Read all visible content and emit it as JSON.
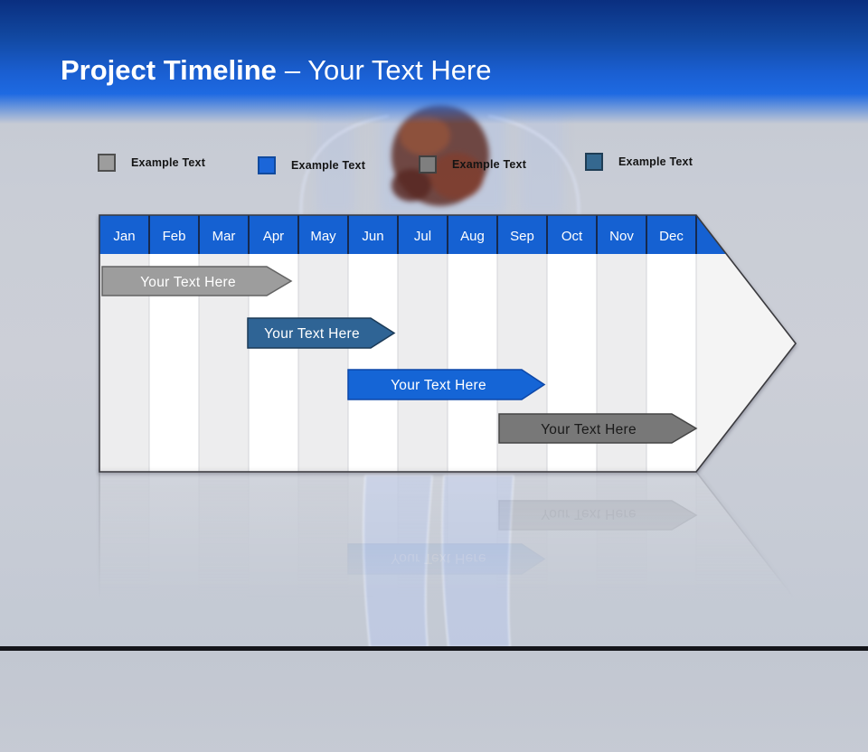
{
  "slide_title": {
    "primary": "Project Timeline",
    "secondary": "– Your Text Here"
  },
  "legend": {
    "items": [
      {
        "label": "Example Text",
        "color": "#9d9d9d",
        "border": "#4f4f4f"
      },
      {
        "label": "Example Text",
        "color": "#1b66d9",
        "border": "#114a9e"
      },
      {
        "label": "Example Text",
        "color": "#7f7f7f",
        "border": "#414141"
      },
      {
        "label": "Example Text",
        "color": "#35688f",
        "border": "#1f3d55"
      }
    ]
  },
  "timeline": {
    "header_color": "#1561d2",
    "months": [
      "Jan",
      "Feb",
      "Mar",
      "Apr",
      "May",
      "Jun",
      "Jul",
      "Aug",
      "Sep",
      "Oct",
      "Nov",
      "Dec"
    ],
    "bars": [
      {
        "label": "Your Text Here",
        "fill": "#9d9d9d",
        "stroke": "#636363",
        "text_color": "#ffffff",
        "start": "Jan",
        "end": "Apr"
      },
      {
        "label": "Your Text Here",
        "fill": "#2f6495",
        "stroke": "#1b3a57",
        "text_color": "#ffffff",
        "start": "Apr",
        "end": "Jun"
      },
      {
        "label": "Your Text Here",
        "fill": "#1565d6",
        "stroke": "#0d47a8",
        "text_color": "#ffffff",
        "start": "Jun",
        "end": "Oct"
      },
      {
        "label": "Your Text Here",
        "fill": "#787878",
        "stroke": "#454545",
        "text_color": "#1a1a1a",
        "start": "Sep",
        "end": "Dec"
      }
    ]
  }
}
